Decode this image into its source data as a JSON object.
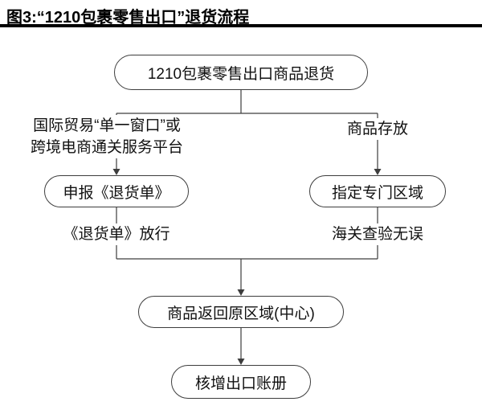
{
  "figure": {
    "number_label": "图3:",
    "title": "“1210包裹零售出口”退货流程"
  },
  "flowchart": {
    "nodes": {
      "start": "1210包裹零售出口商品退货",
      "declare": "申报《退货单》",
      "designated_area": "指定专门区域",
      "return_area": "商品返回原区域(中心)",
      "ledger": "核增出口账册"
    },
    "edge_labels": {
      "platform_line1": "国际贸易“单一窗口”或",
      "platform_line2": "跨境电商通关服务平台",
      "storage": "商品存放",
      "release": "《退货单》放行",
      "inspection": "海关查验无误"
    }
  },
  "colors": {
    "line": "#3d3d3d",
    "text": "#111111",
    "title_rule": "#000000",
    "background": "#ffffff"
  }
}
